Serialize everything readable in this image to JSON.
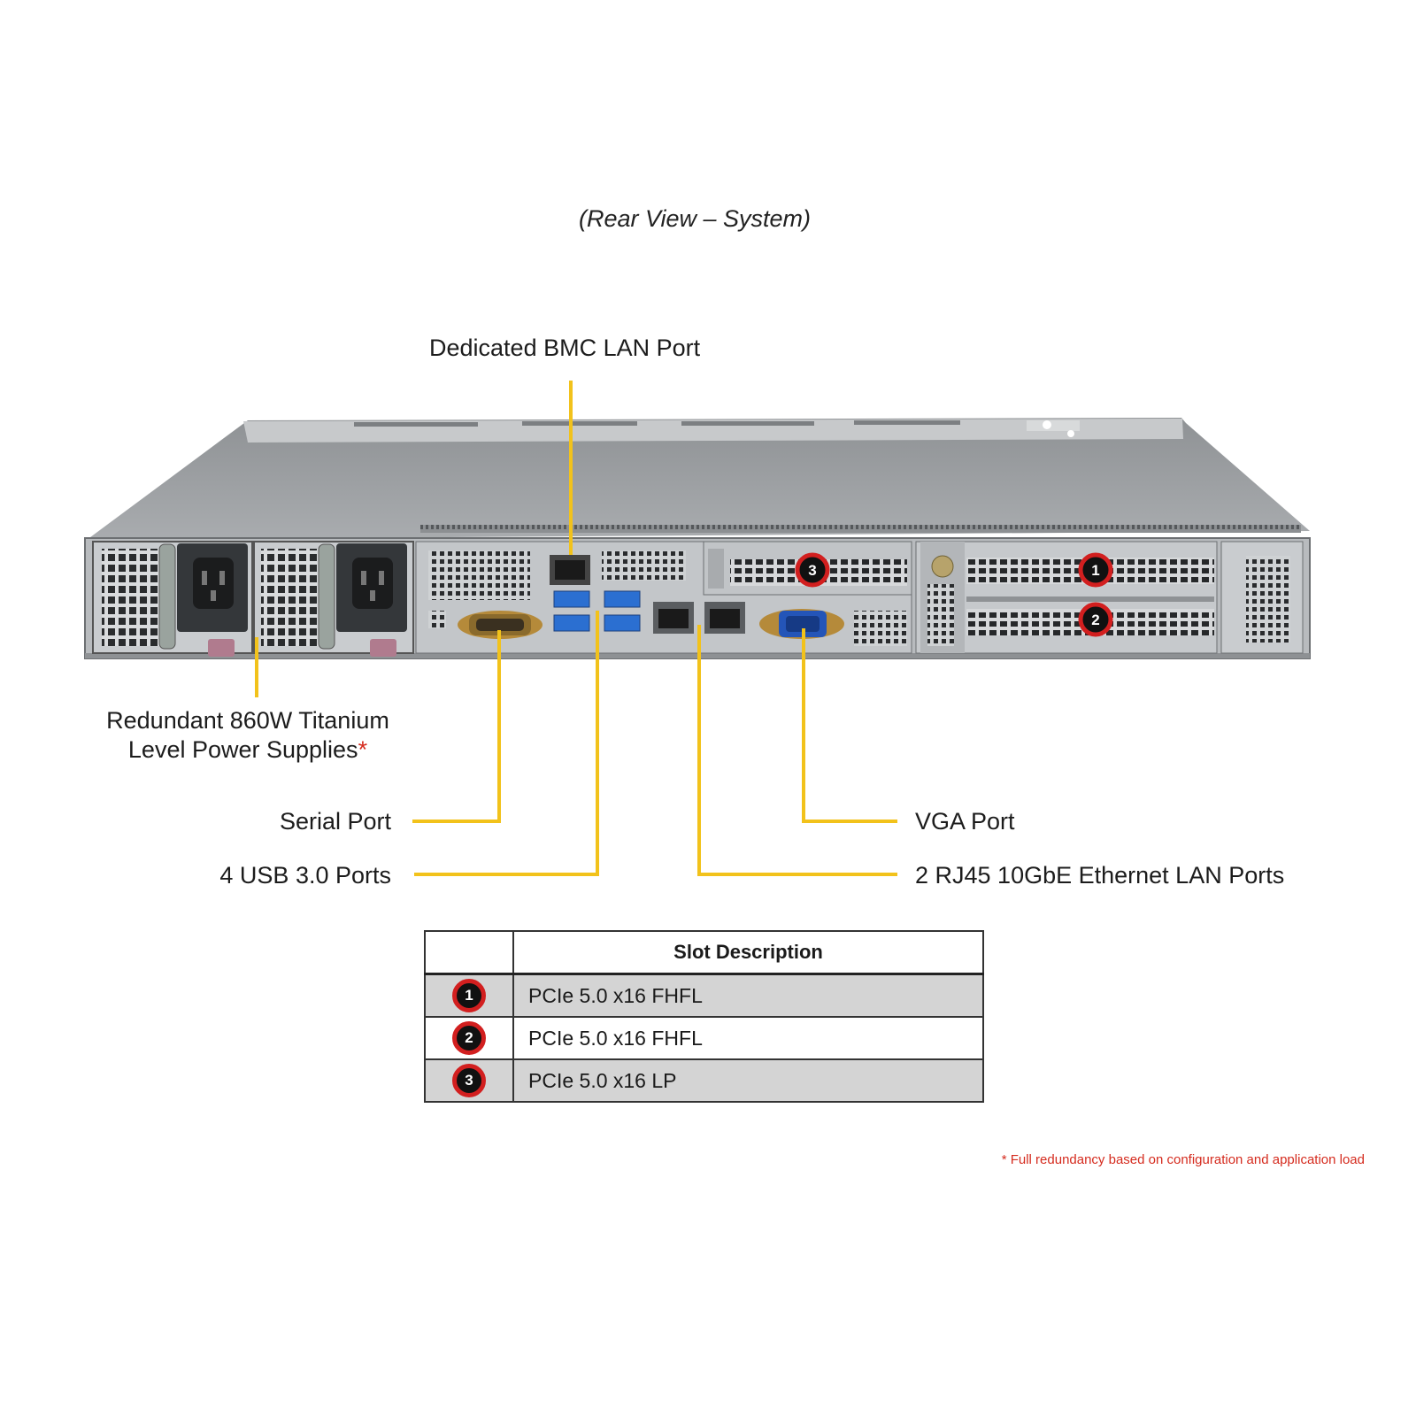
{
  "title": "(Rear View – System)",
  "callouts": {
    "bmc": "Dedicated BMC LAN Port",
    "psu_line1": "Redundant  860W Titanium",
    "psu_line2": "Level Power Supplies",
    "psu_star": "*",
    "serial": "Serial Port",
    "usb": "4 USB 3.0 Ports",
    "vga": "VGA Port",
    "lan": "2 RJ45 10GbE Ethernet  LAN Ports"
  },
  "slot_badges": [
    "1",
    "2",
    "3"
  ],
  "table": {
    "header": "Slot Description",
    "rows": [
      {
        "num": "1",
        "desc": "PCIe  5.0 x16 FHFL"
      },
      {
        "num": "2",
        "desc": "PCIe  5.0 x16 FHFL"
      },
      {
        "num": "3",
        "desc": "PCIe  5.0 x16 LP"
      }
    ]
  },
  "footnote": "*  Full redundancy based on configuration and application load",
  "colors": {
    "callout_line": "#f2c21b",
    "badge_ring": "#d21f1f",
    "footnote": "#d52b1e",
    "chassis": "#a4a7aa"
  }
}
